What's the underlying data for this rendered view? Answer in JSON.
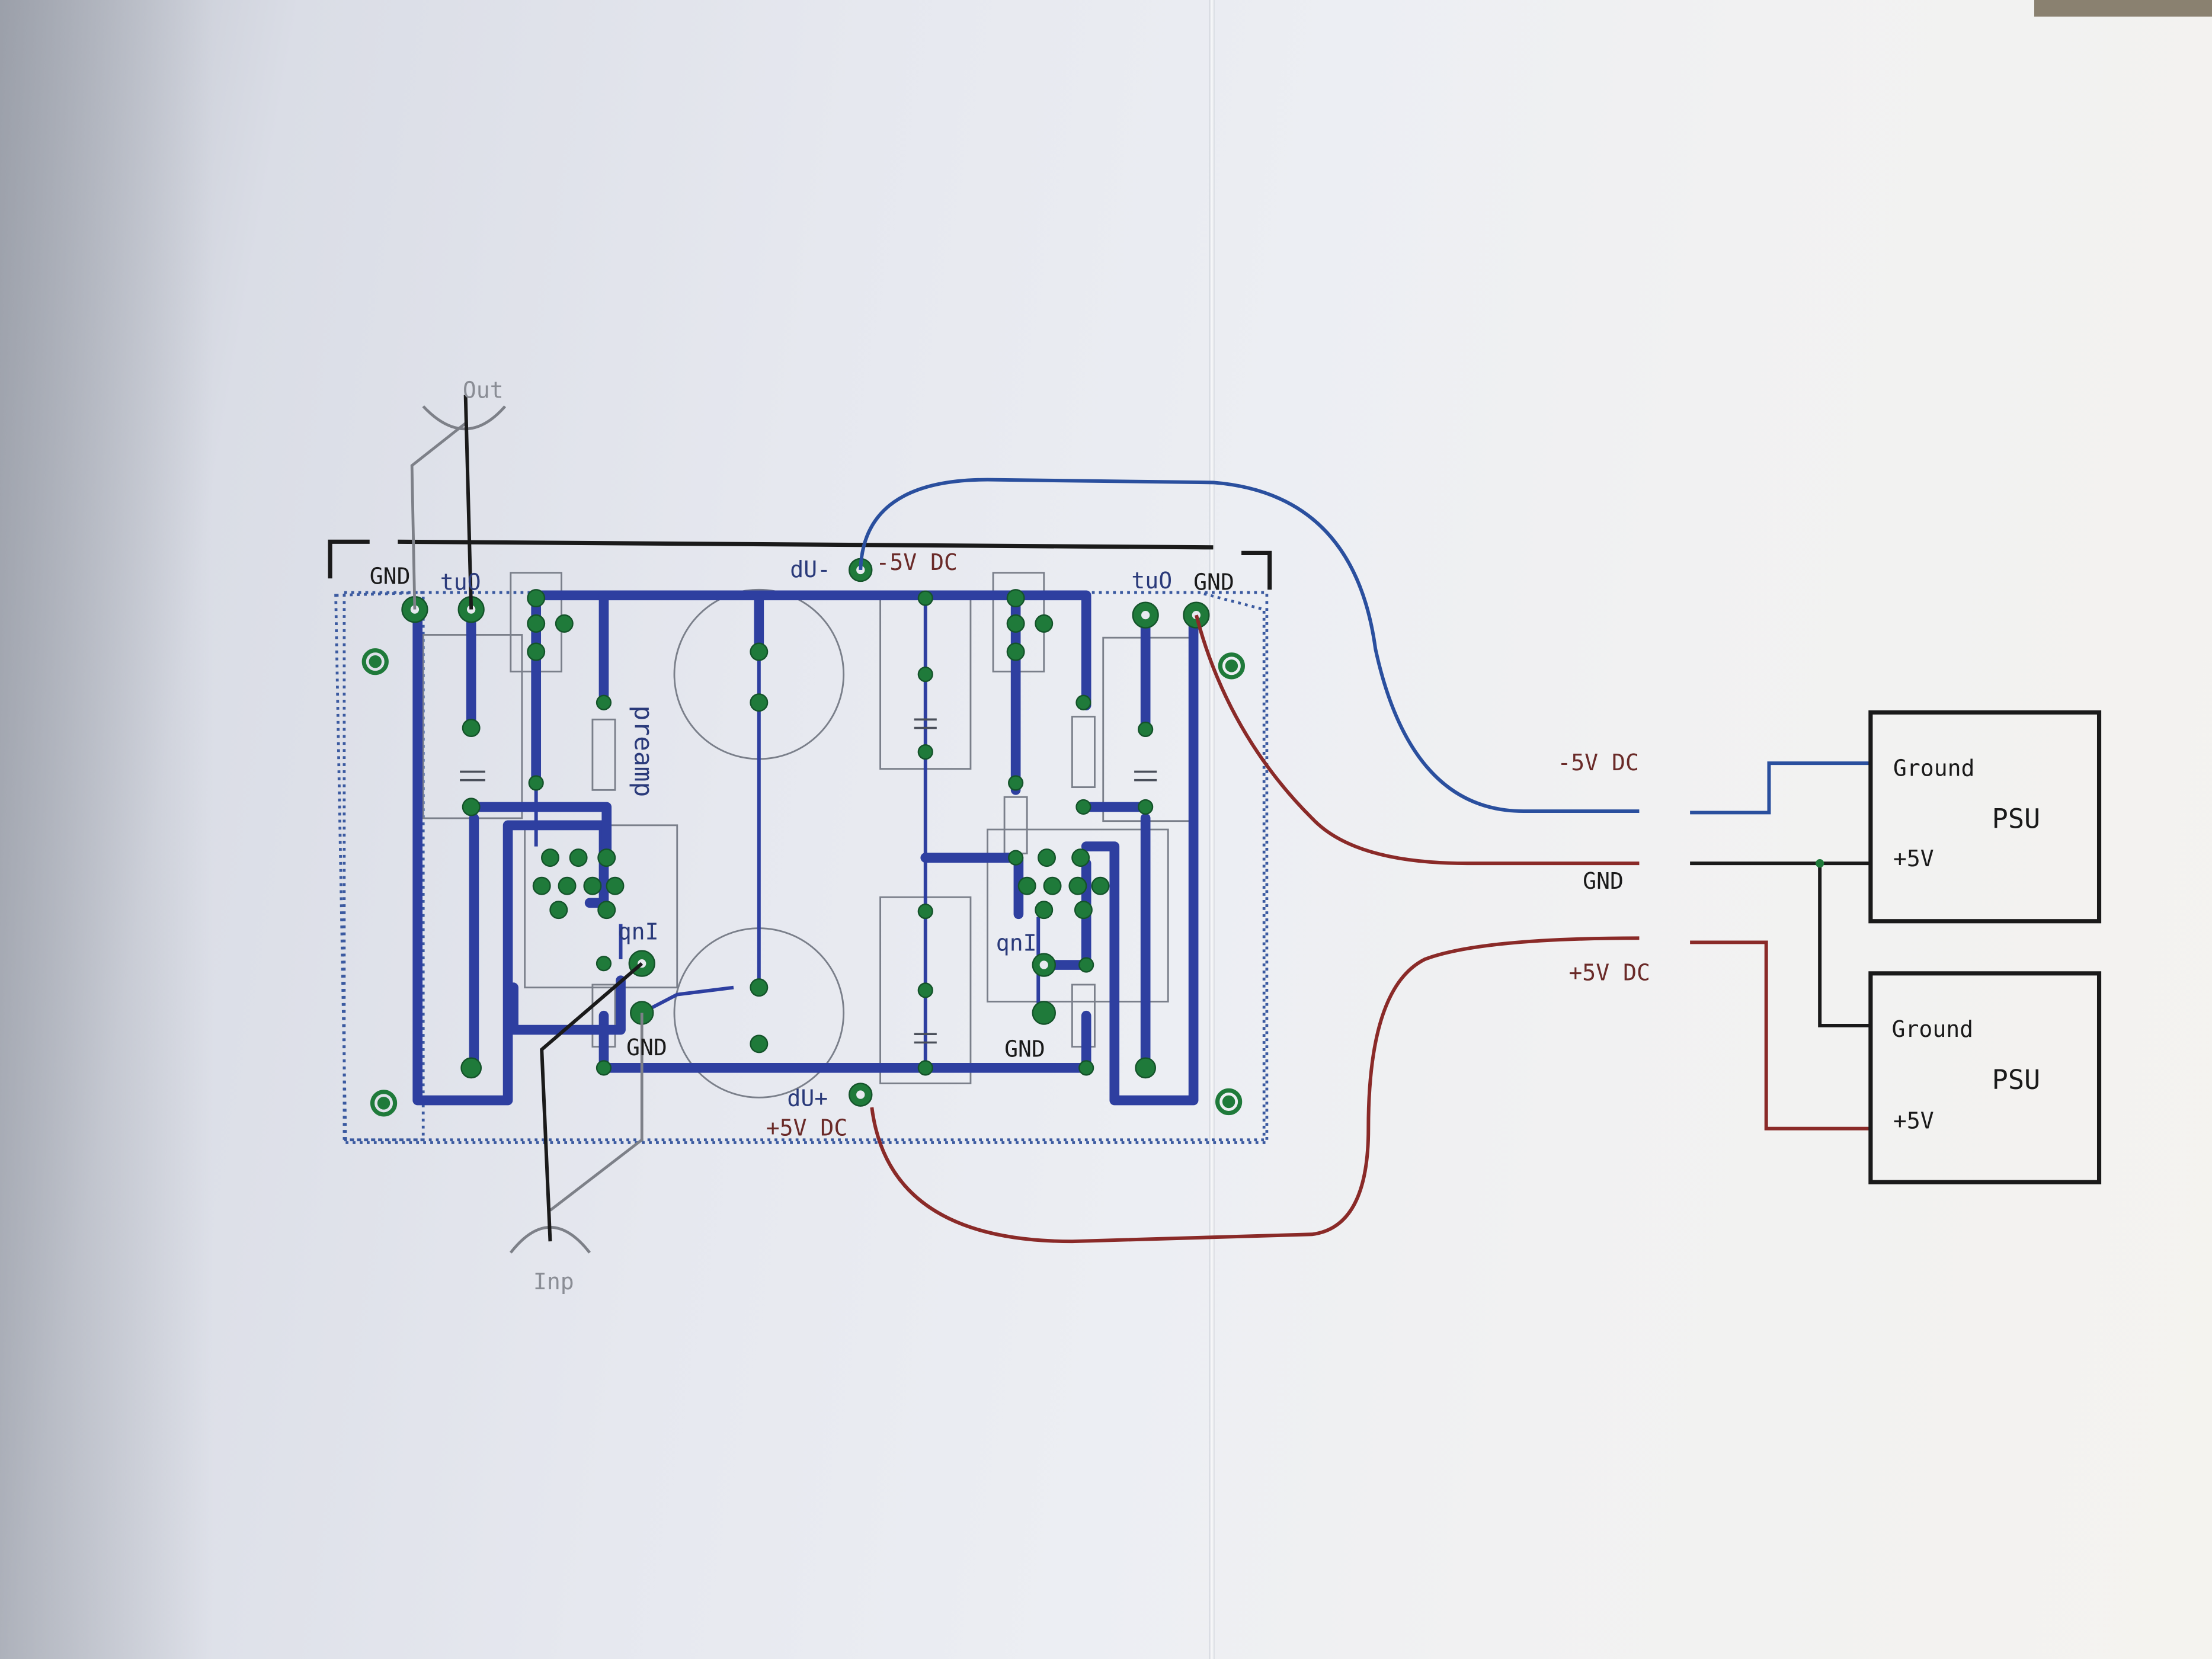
{
  "pcb": {
    "label_out_top": "Out",
    "label_gnd_left": "GND",
    "label_out_left": "tuO",
    "label_du_minus": "dU-",
    "label_minus5_top": "-5V DC",
    "label_out_right": "tuO",
    "label_gnd_right": "GND",
    "label_board_name": "preamp",
    "label_inp_left": "qnI",
    "label_inp_right": "qnI",
    "label_gnd_mid_left": "GND",
    "label_gnd_mid_right": "GND",
    "label_du_plus": "dU+",
    "label_plus5_bottom": "+5V DC",
    "label_inp_bottom": "Inp"
  },
  "wiring": {
    "label_minus5": "-5V DC",
    "label_gnd": "GND",
    "label_plus5": "+5V DC"
  },
  "psu_top": {
    "ground": "Ground",
    "name": "PSU",
    "plus5": "+5V"
  },
  "psu_bottom": {
    "ground": "Ground",
    "name": "PSU",
    "plus5": "+5V"
  },
  "colors": {
    "trace_blue": "#2e3fa0",
    "wire_blue": "#2a4f9e",
    "wire_red": "#8a2a28",
    "pad_green": "#1f7a3a",
    "ink_black": "#1a1a1a"
  }
}
